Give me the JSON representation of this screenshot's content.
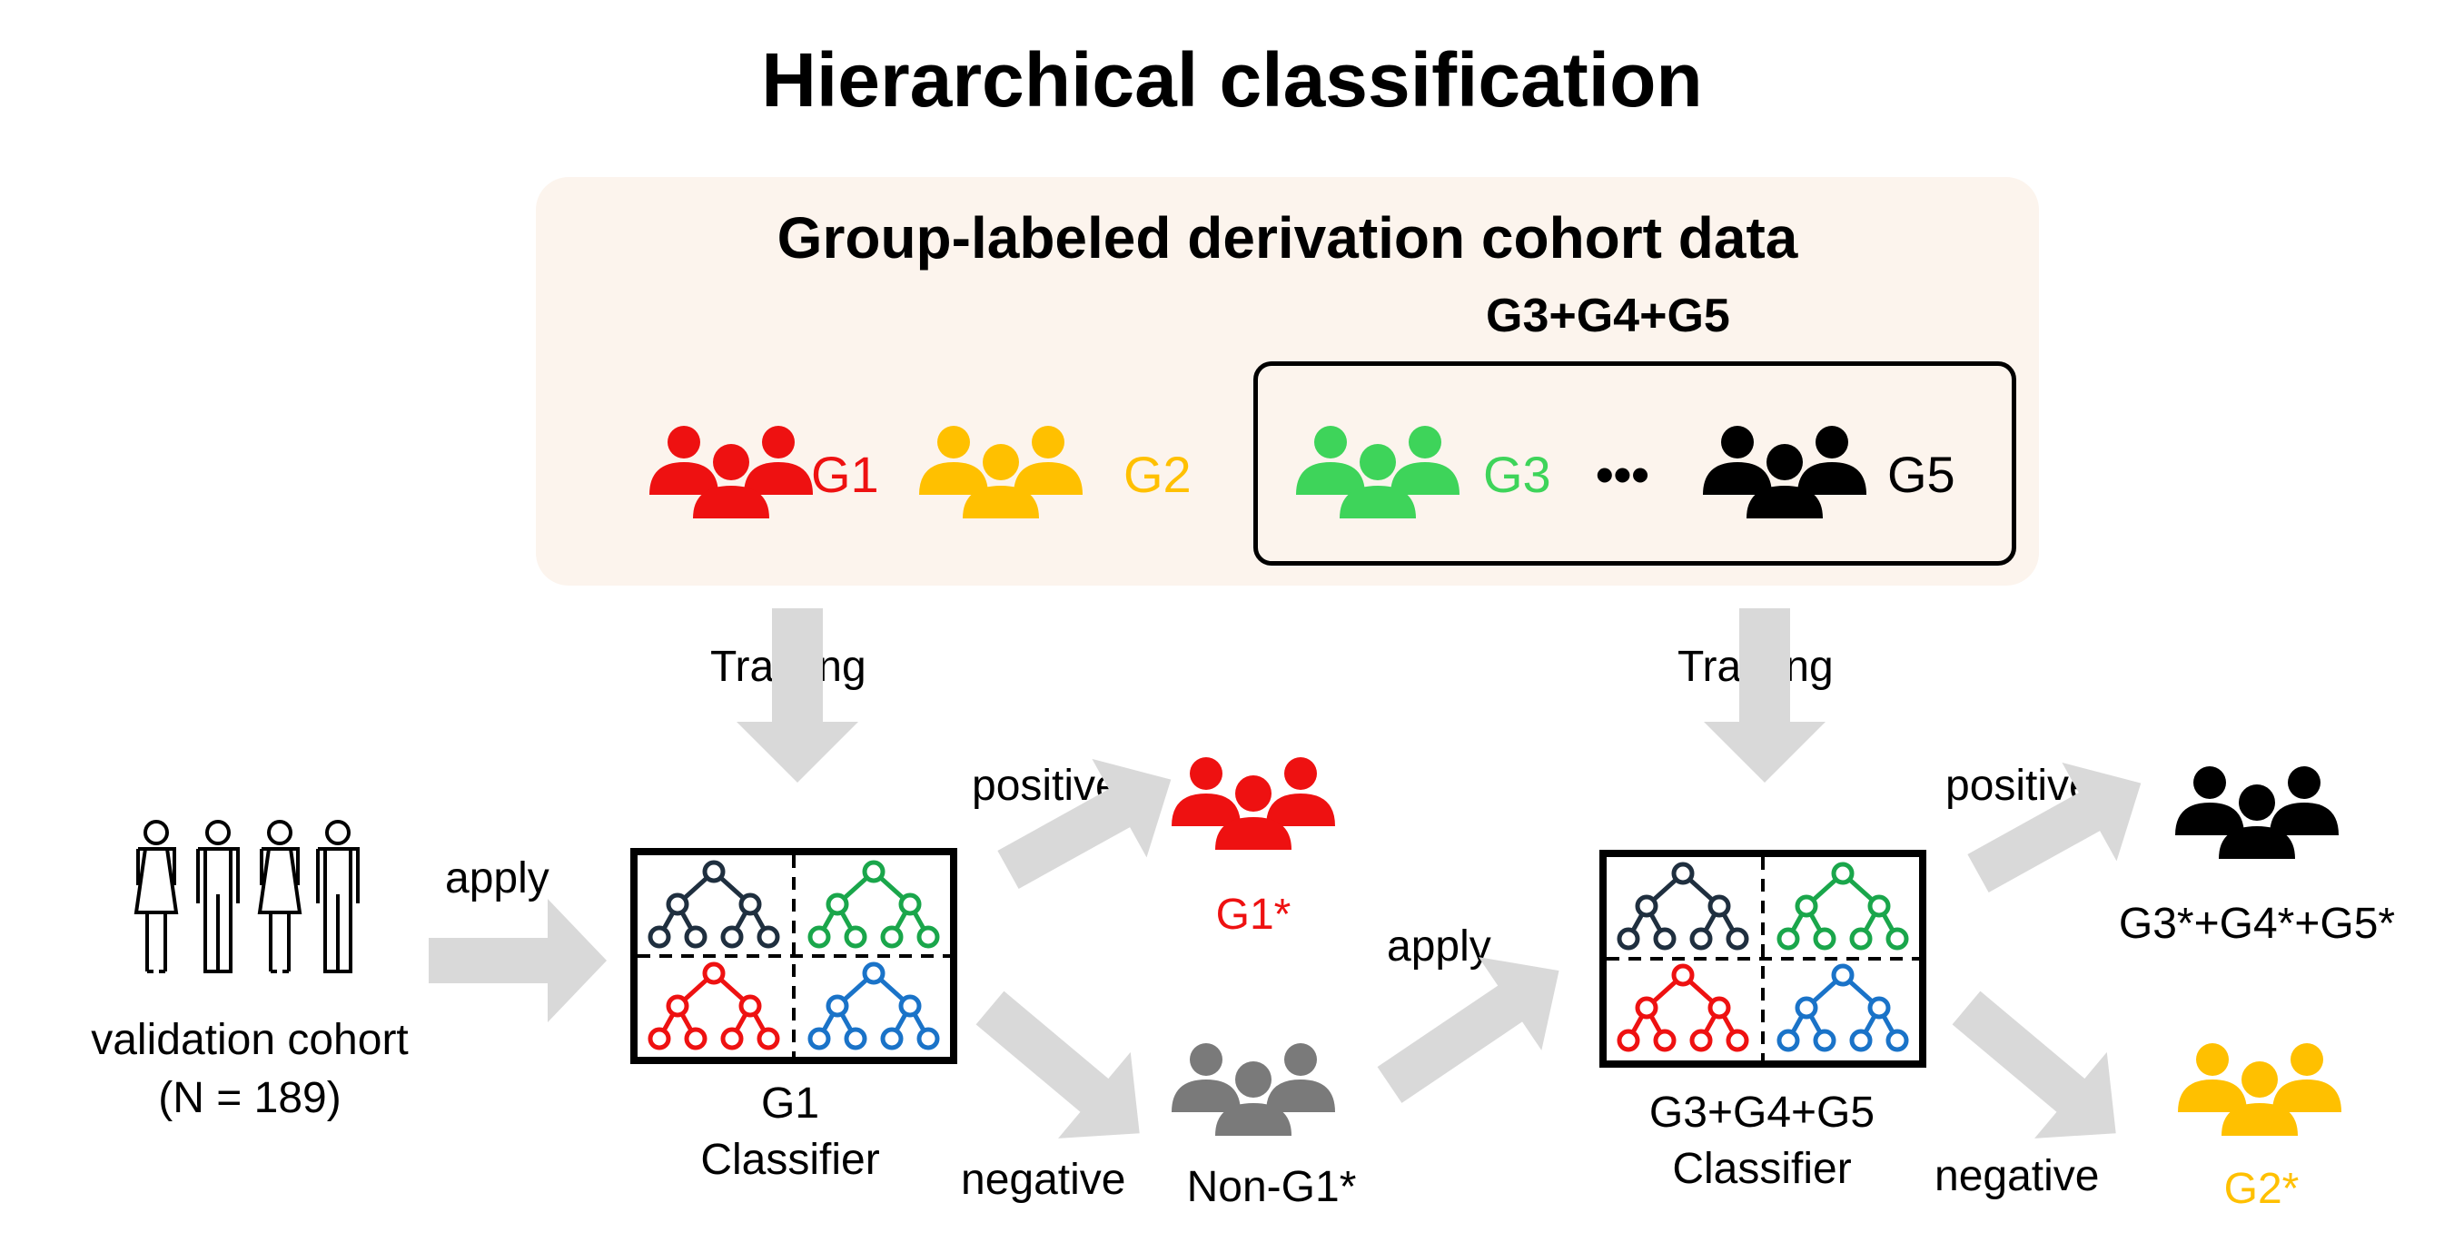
{
  "title": "Hierarchical classification",
  "cohort": {
    "title": "Group-labeled derivation cohort data",
    "subgroup_label": "G3+G4+G5",
    "groups": [
      {
        "name": "G1",
        "color": "#ee1111"
      },
      {
        "name": "G2",
        "color": "#ffc000"
      },
      {
        "name": "G3",
        "color": "#3ed45a"
      },
      {
        "name": "G5",
        "color": "#000000"
      }
    ],
    "ellipsis": "•••"
  },
  "training_labels": [
    "Training",
    "Training"
  ],
  "validation": {
    "line1": "validation cohort",
    "line2": "(N = 189)"
  },
  "apply_labels": [
    "apply",
    "apply"
  ],
  "classifier1": {
    "line1": "G1",
    "line2": "Classifier"
  },
  "classifier2": {
    "line1": "G3+G4+G5",
    "line2": "Classifier"
  },
  "stage1": {
    "positive": "positive",
    "negative": "negative",
    "pos_result": "G1*",
    "neg_result": "Non-G1*"
  },
  "stage2": {
    "positive": "positive",
    "negative": "negative",
    "pos_result": "G3*+G4*+G5*",
    "neg_result": "G2*"
  },
  "colors": {
    "arrow": "#d9d9d9",
    "tree_navy": "#1f2f3f",
    "tree_green": "#1aa64b",
    "tree_red": "#ee1111",
    "tree_blue": "#1a73c8",
    "non_g1": "#7a7a7a"
  }
}
